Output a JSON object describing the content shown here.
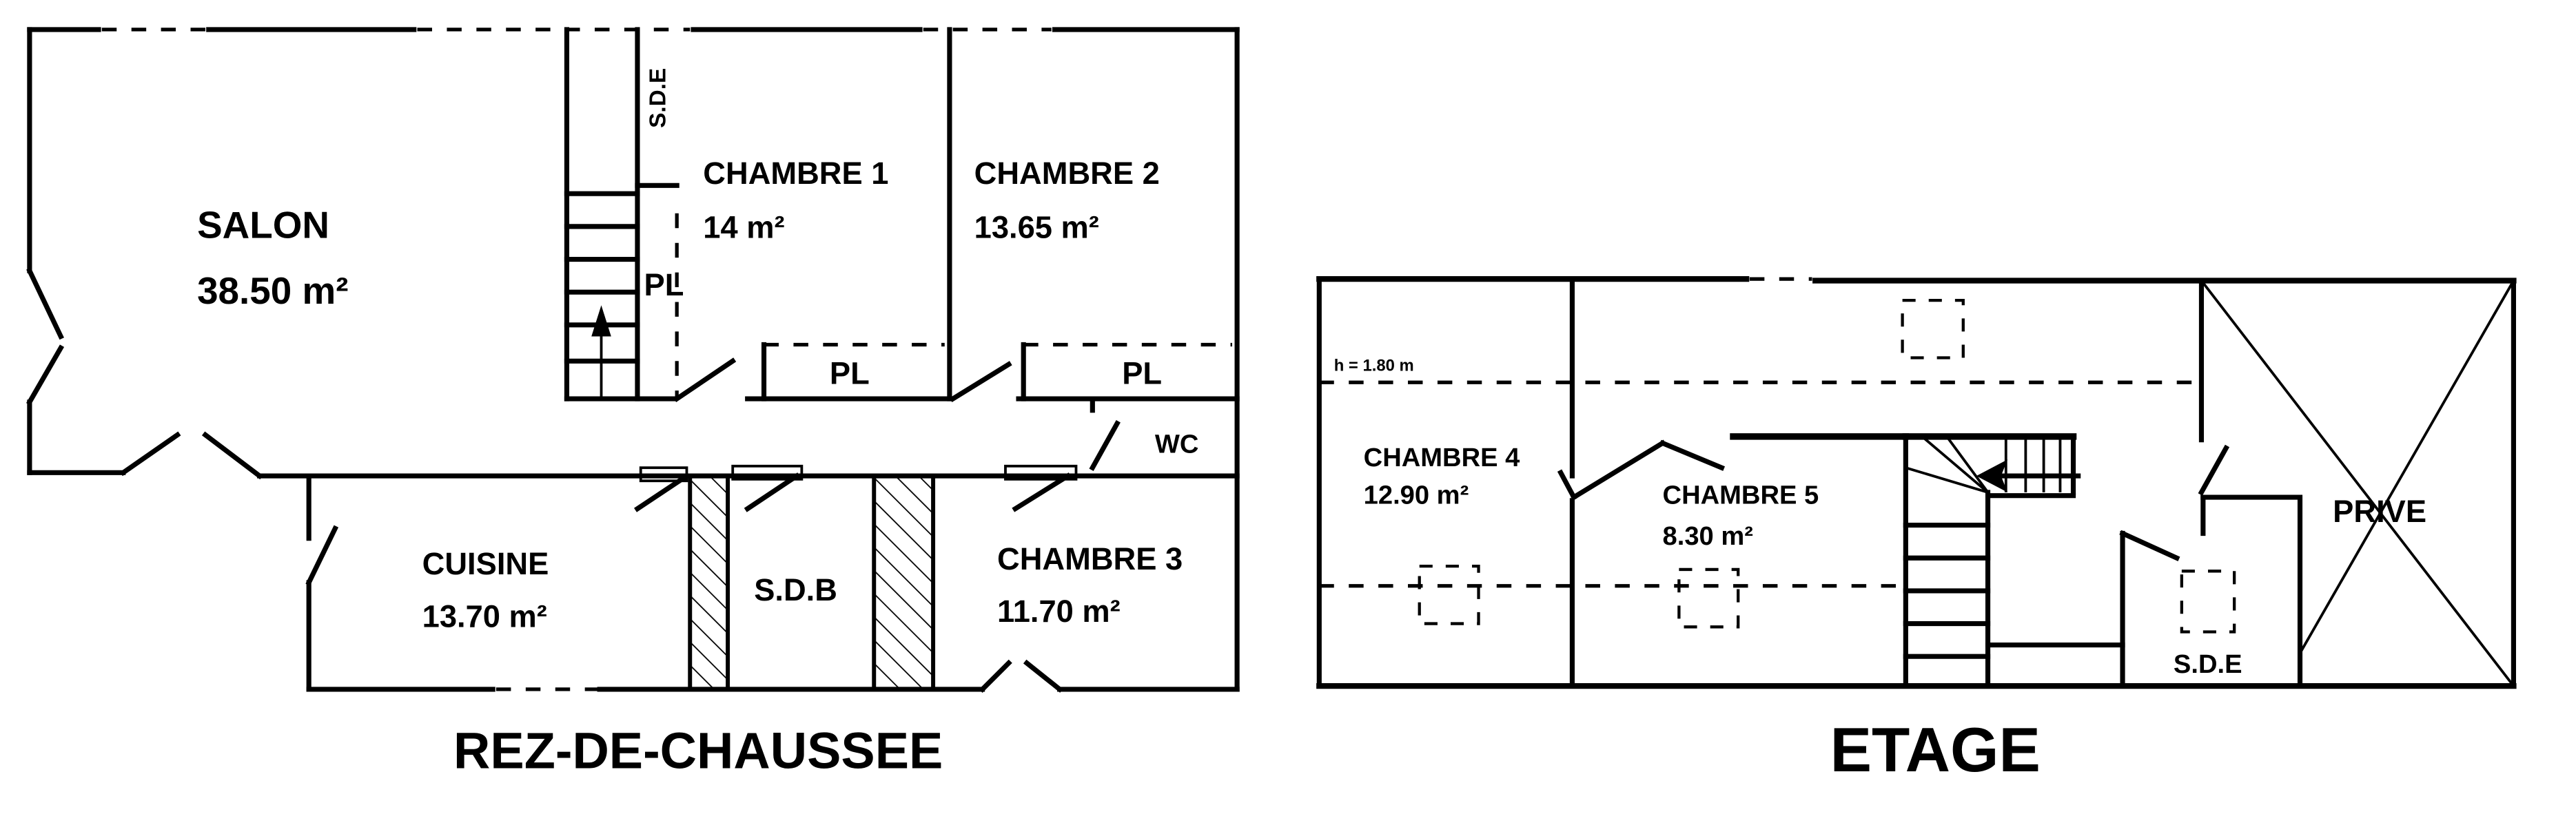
{
  "ground_floor": {
    "title": "REZ-DE-CHAUSSEE",
    "rooms": {
      "salon": {
        "name": "SALON",
        "area": "38.50 m²"
      },
      "chambre1": {
        "name": "CHAMBRE 1",
        "area": "14 m²"
      },
      "chambre2": {
        "name": "CHAMBRE 2",
        "area": "13.65 m²"
      },
      "cuisine": {
        "name": "CUISINE",
        "area": "13.70 m²"
      },
      "sdb": {
        "name": "S.D.B"
      },
      "chambre3": {
        "name": "CHAMBRE 3",
        "area": "11.70 m²"
      },
      "sde": {
        "name": "S.D.E"
      },
      "wc": {
        "name": "WC"
      },
      "pl1": {
        "name": "PL"
      },
      "pl2": {
        "name": "PL"
      },
      "pl3": {
        "name": "PL"
      }
    }
  },
  "upper_floor": {
    "title": "ETAGE",
    "height_note": "h = 1.80 m",
    "rooms": {
      "chambre4": {
        "name": "CHAMBRE 4",
        "area": "12.90 m²"
      },
      "chambre5": {
        "name": "CHAMBRE 5",
        "area": "8.30 m²"
      },
      "prive": {
        "name": "PRIVE"
      },
      "sde": {
        "name": "S.D.E"
      }
    }
  }
}
